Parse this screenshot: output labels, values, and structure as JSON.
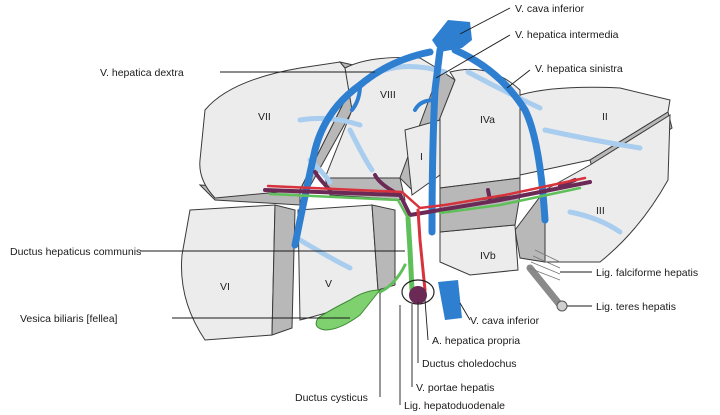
{
  "segments": {
    "s2": "II",
    "s3": "III",
    "s4a": "IVa",
    "s4b": "IVb",
    "s1": "I",
    "s5": "V",
    "s6": "VI",
    "s7": "VII",
    "s8": "VIII"
  },
  "labels": {
    "vci_top": "V. cava inferior",
    "hv_intermedia": "V. hepatica intermedia",
    "hv_dextra": "V. hepatica dextra",
    "hv_sinistra": "V. hepatica sinistra",
    "ductus_hep_communis": "Ductus hepaticus communis",
    "vesica": "Vesica biliaris [fellea]",
    "vci_bottom": "V. cava inferior",
    "a_hep_propria": "A. hepatica propria",
    "ductus_choledochus": "Ductus choledochus",
    "v_portae": "V. portae hepatis",
    "ductus_cysticus": "Ductus cysticus",
    "lig_hepatoduodenale": "Lig. hepatoduodenale",
    "lig_falciforme": "Lig. falciforme hepatis",
    "lig_teres": "Lig. teres hepatis"
  },
  "colors": {
    "hepatic_vein": "#2f7fd0",
    "portal_vein": "#6b2a55",
    "hepatic_artery": "#d8323c",
    "bile_duct": "#5fbf58",
    "gallbladder": "#7fd06e",
    "liver_surface": "#ececec",
    "liver_cut": "#b8b8b8"
  }
}
